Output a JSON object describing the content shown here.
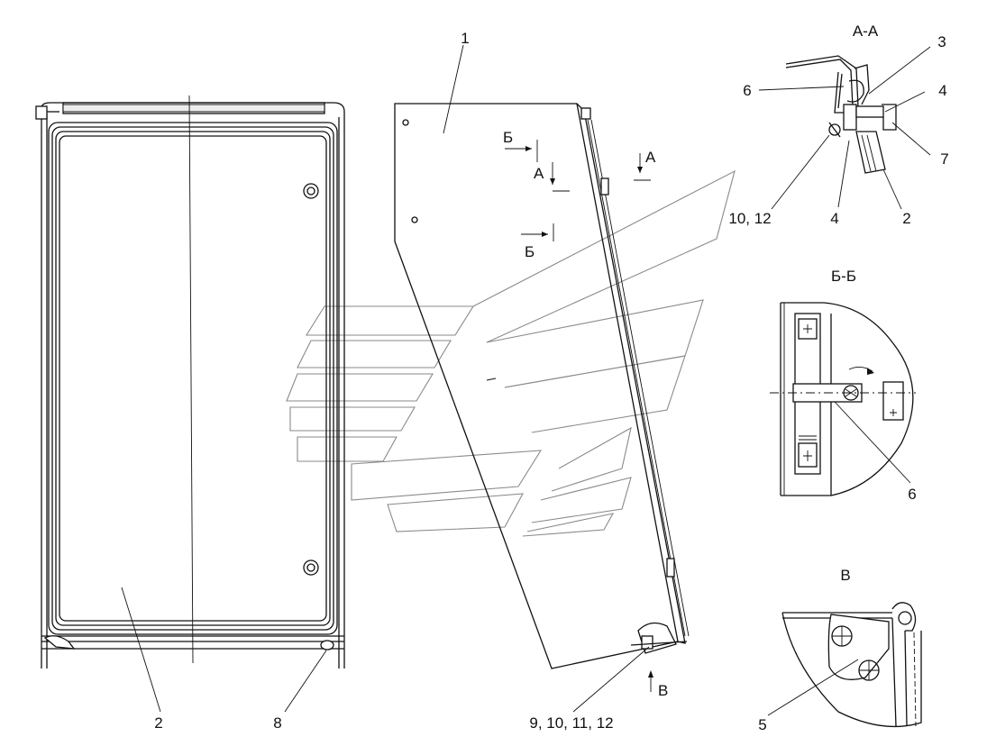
{
  "diagram": {
    "section_titles": {
      "aa": "А-А",
      "bb": "Б-Б",
      "v": "В"
    },
    "section_markers": {
      "a_left": "А",
      "a_right": "А",
      "b_top": "Б",
      "b_bottom": "Б",
      "v_view": "В"
    },
    "callouts": {
      "front_door": "2",
      "front_latch": "8",
      "side_panel": "1",
      "side_hardware": "9, 10, 11, 12",
      "aa_3": "3",
      "aa_6": "6",
      "aa_4_top": "4",
      "aa_7": "7",
      "aa_10_12": "10, 12",
      "aa_4_bottom": "4",
      "aa_2": "2",
      "bb_6": "6",
      "v_5": "5"
    }
  }
}
